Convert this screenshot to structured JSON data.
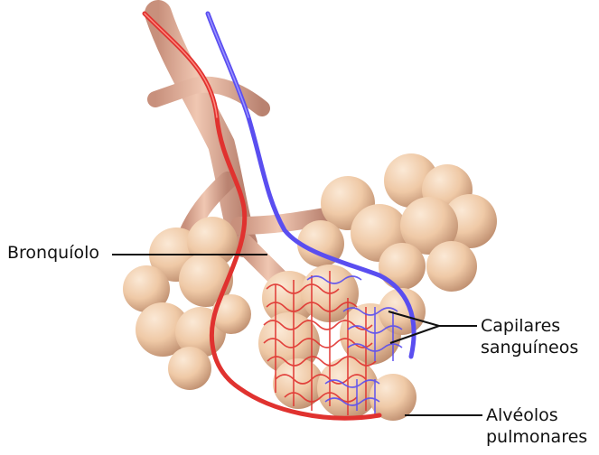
{
  "labels": {
    "bronquiolo": "Bronquíolo",
    "capilares_line1": "Capilares",
    "capilares_line2": "sanguíneos",
    "alveolos_line1": "Alvéolos",
    "alveolos_line2": "pulmonares"
  },
  "colors": {
    "alveolus": "#f2cfae",
    "alveolus_shadow": "#c49677",
    "bronchiole": "#e3b39d",
    "artery_red": "#e0322f",
    "vein_blue": "#5a4ef0",
    "leader_line": "#111111"
  }
}
